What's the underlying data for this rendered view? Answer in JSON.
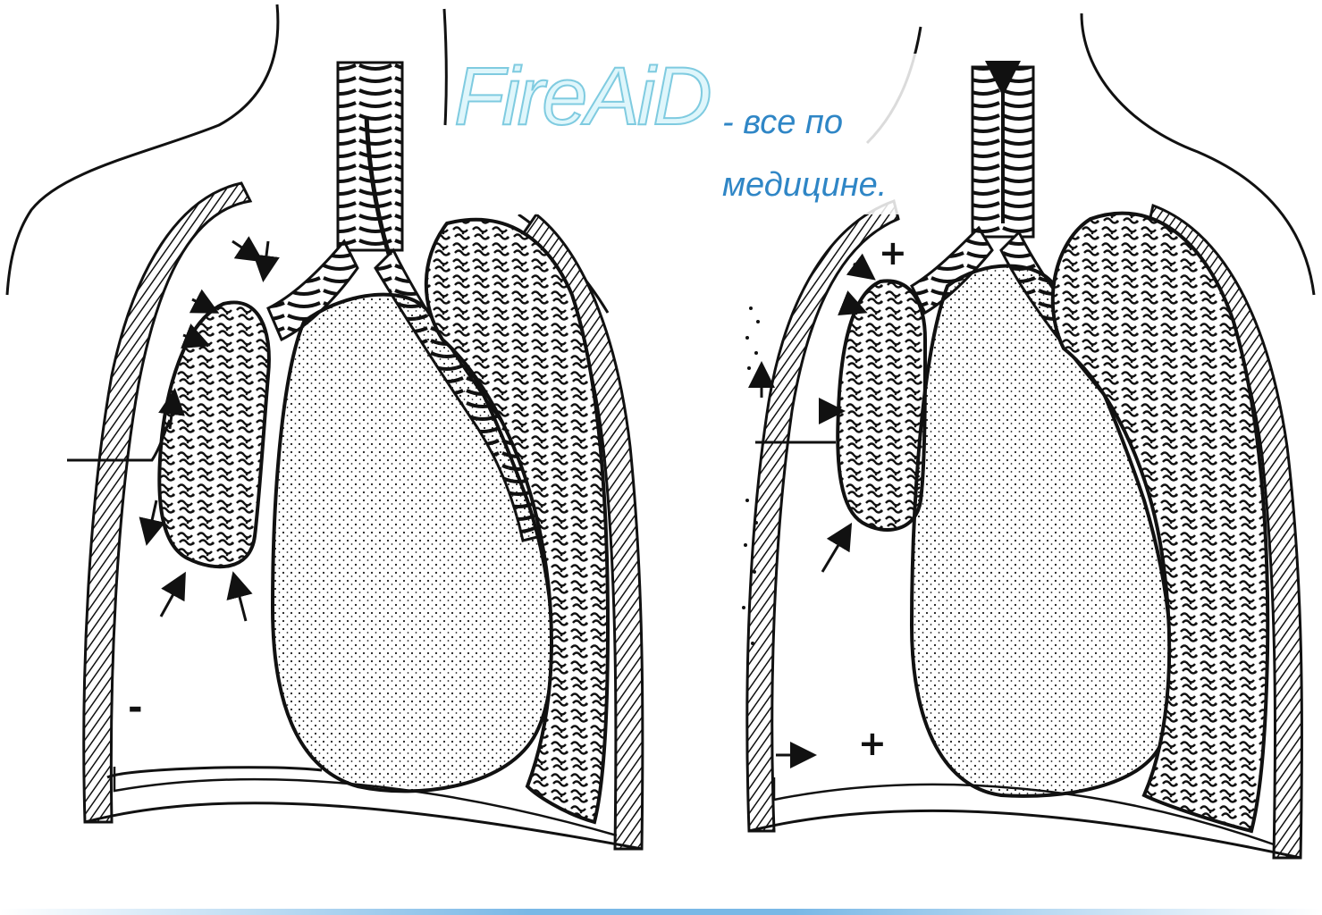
{
  "watermark": {
    "logo": "FireAiD",
    "tagline_line1": "- все по",
    "tagline_line2": "медицине."
  },
  "panels": [
    {
      "id": "left",
      "pressure_mark": "-"
    },
    {
      "id": "right",
      "pressure_marks": [
        "+",
        "+"
      ]
    }
  ],
  "colors": {
    "line": "#1a1a1a",
    "watermark_logo": "#7fcbe0",
    "watermark_text": "#2f86c6",
    "bottom_bar": "#7ab8e6"
  }
}
